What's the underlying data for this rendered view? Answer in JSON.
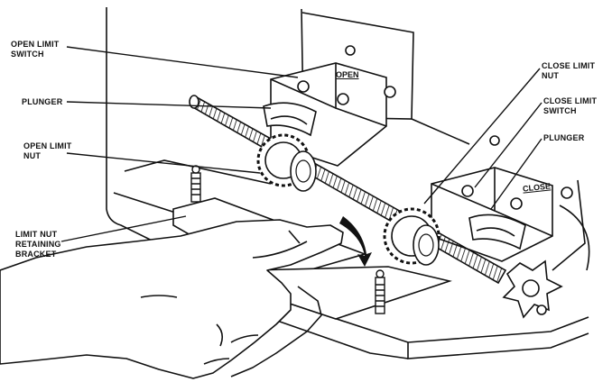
{
  "labels": {
    "open_limit_switch": "OPEN LIMIT\nSWITCH",
    "plunger_left": "PLUNGER",
    "open_limit_nut": "OPEN LIMIT\nNUT",
    "limit_nut_retaining_bracket": "LIMIT NUT\nRETAINING\nBRACKET",
    "close_limit_nut": "CLOSE LIMIT\nNUT",
    "close_limit_switch": "CLOSE LIMIT\nSWITCH",
    "plunger_right": "PLUNGER"
  },
  "plate_markings": {
    "open": "OPEN",
    "close": "CLOSE"
  },
  "colors": {
    "ink": "#111111",
    "background": "#ffffff"
  }
}
